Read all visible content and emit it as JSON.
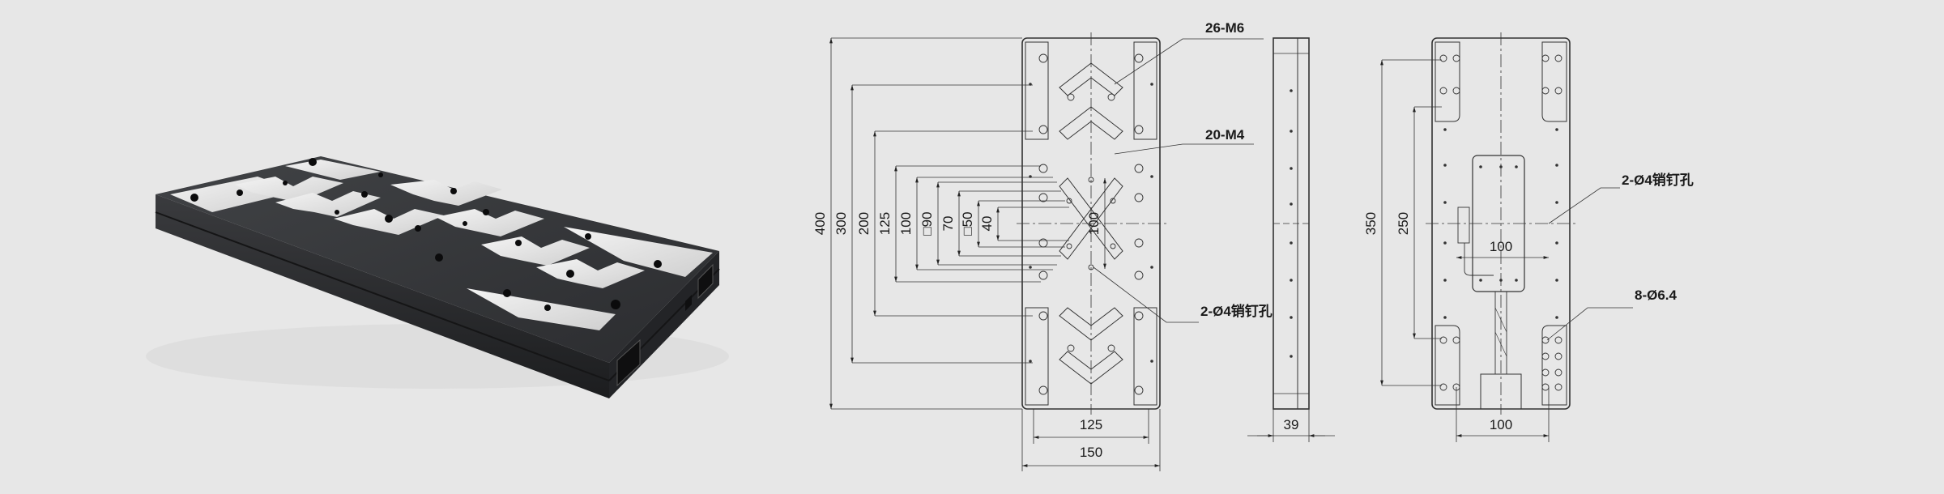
{
  "front_view": {
    "overall_height": "400",
    "height_2": "300",
    "height_3": "200",
    "height_4": "125",
    "height_5": "100",
    "square_90": "□90",
    "height_70": "70",
    "square_50": "□50",
    "height_40": "40",
    "inner_height": "100",
    "width_inner": "125",
    "width_outer": "150",
    "callout_m6": "26-M6",
    "callout_m4": "20-M4",
    "callout_pin": "2-Ø4销钉孔"
  },
  "side_view": {
    "thickness": "39"
  },
  "back_view": {
    "height_outer": "350",
    "height_inner": "250",
    "width_mid": "100",
    "width_bottom": "100",
    "callout_pin": "2-Ø4销钉孔",
    "callout_hole": "8-Ø6.4"
  },
  "colors": {
    "background": "#e7e7e7",
    "plate_dark": "#2b2c2e",
    "plate_top": "#35373a",
    "pad_light": "#e8e8e8",
    "line": "#333333"
  }
}
